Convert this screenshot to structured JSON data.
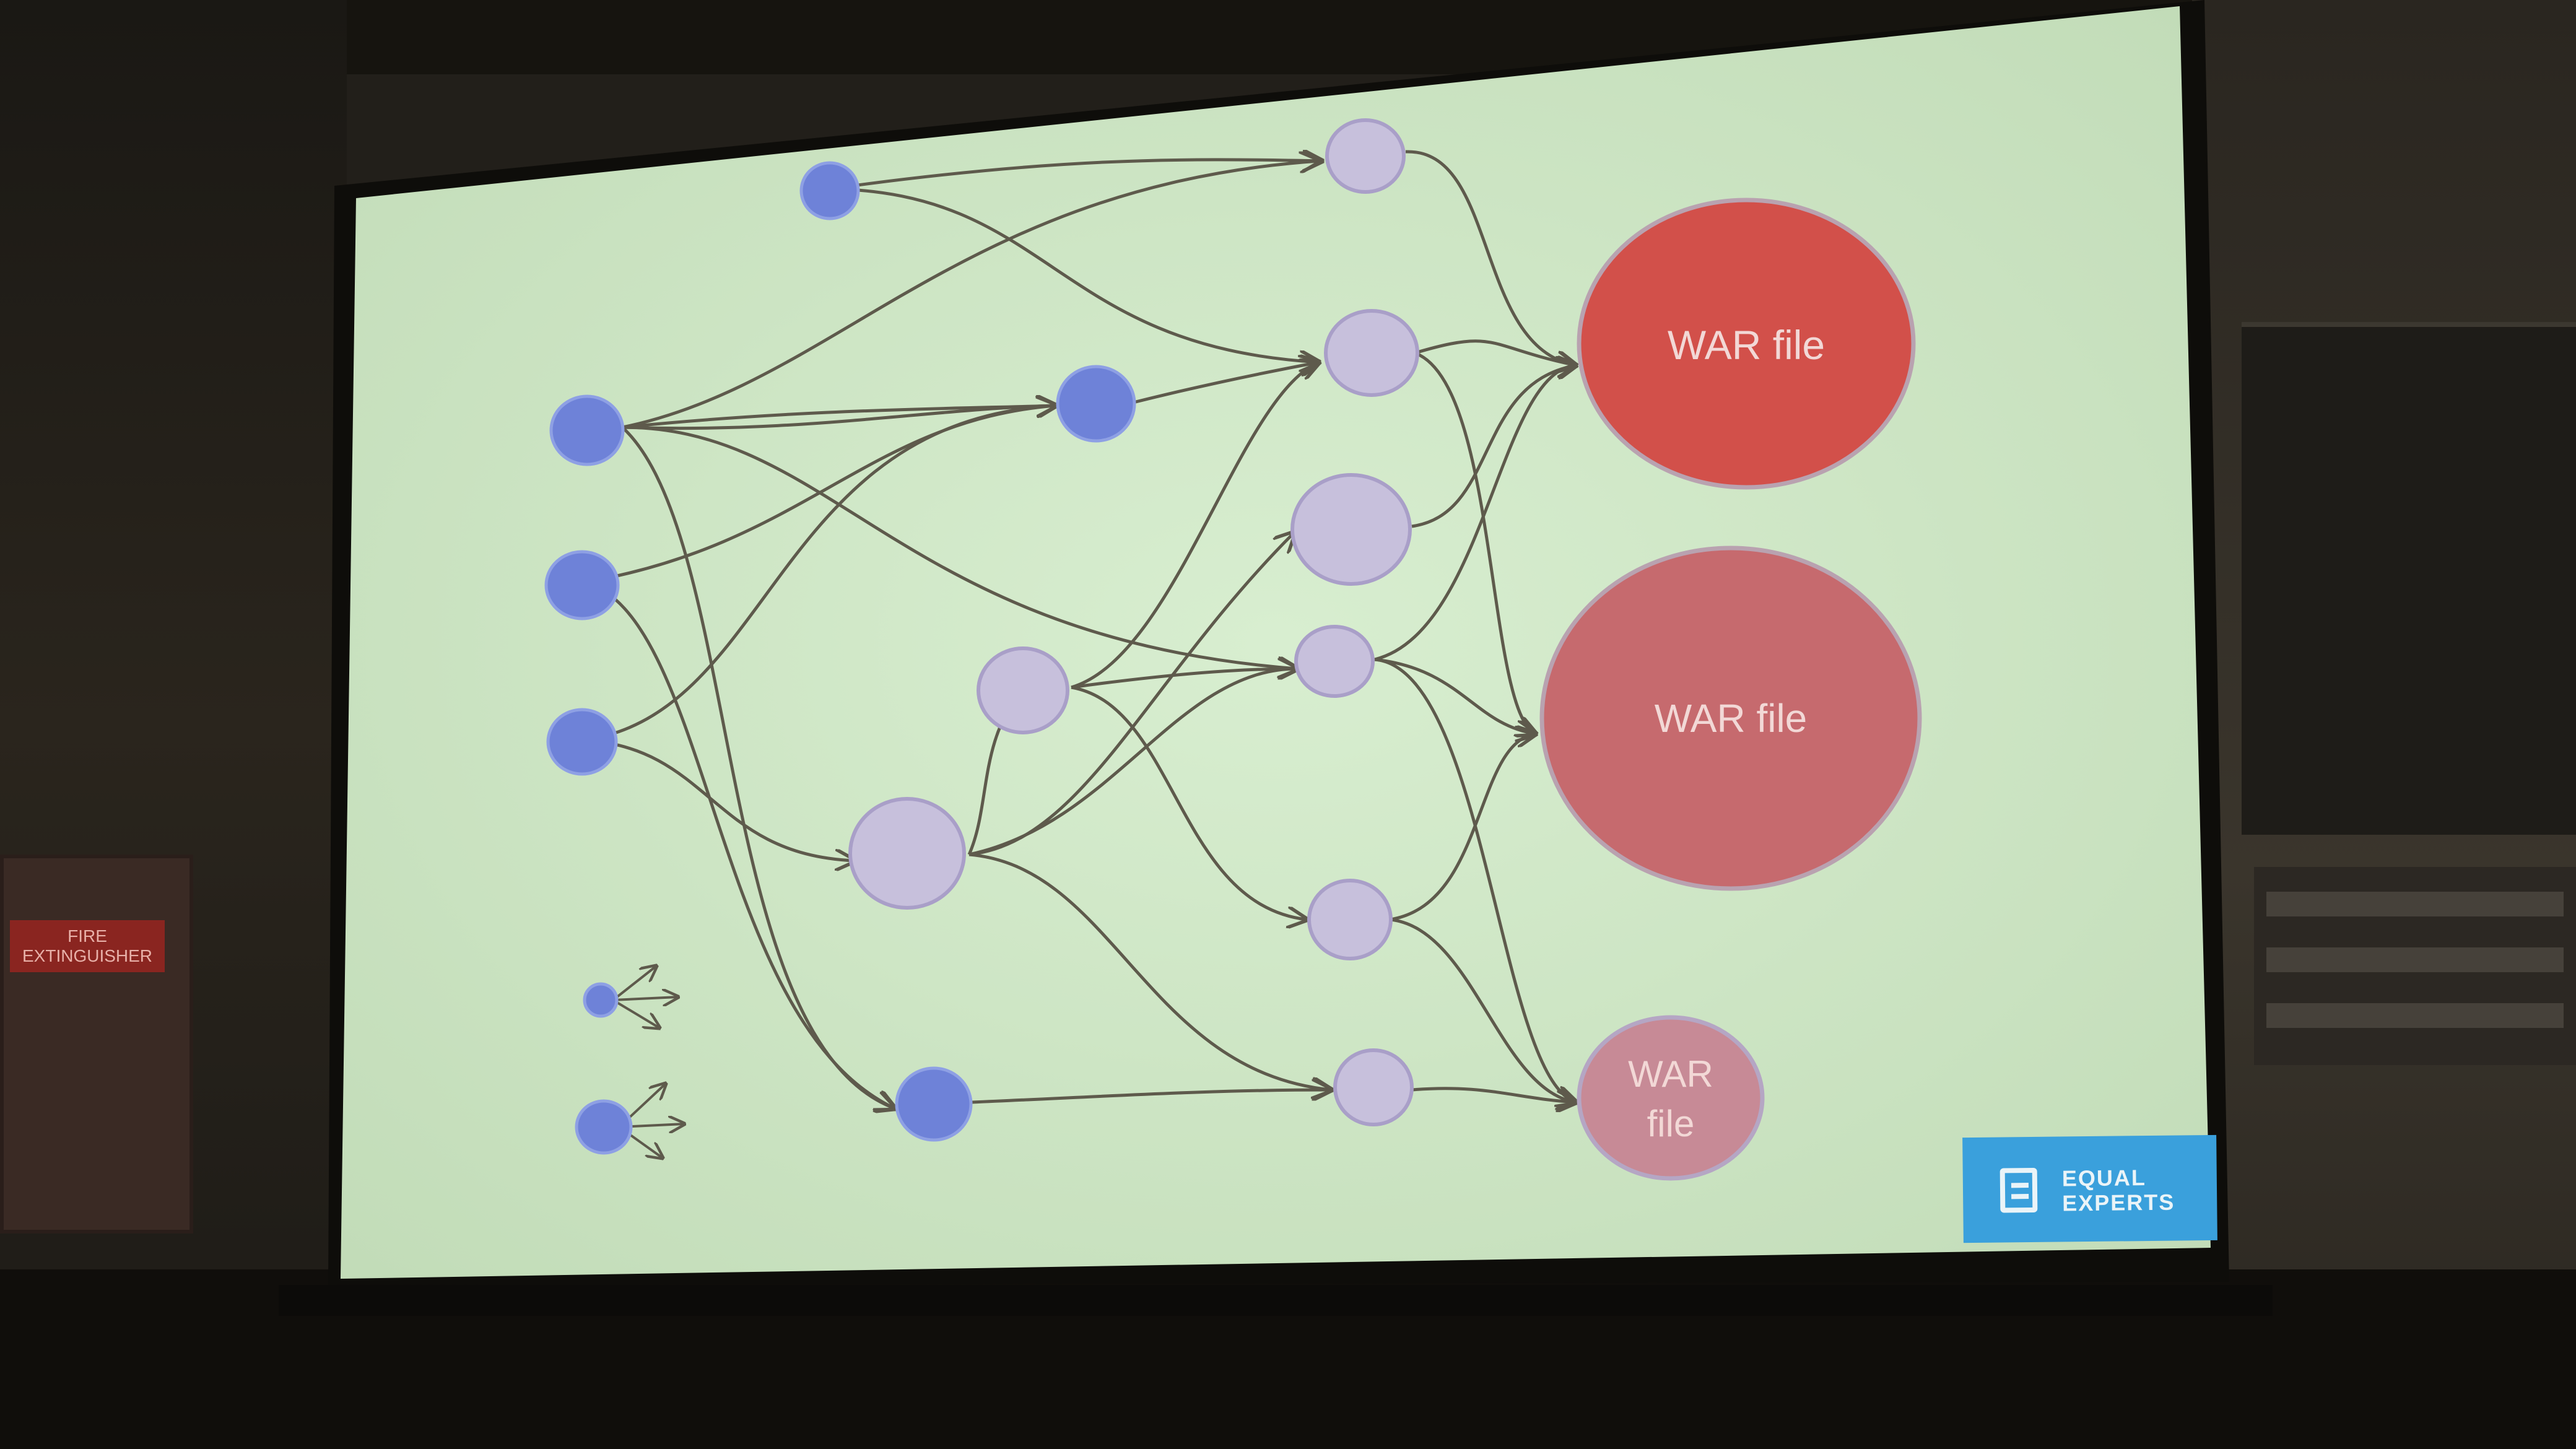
{
  "scene": {
    "fire_sign": "FIRE EXTINGUISHER"
  },
  "slide": {
    "war_label": "WAR file",
    "war_small_line1": "WAR",
    "war_small_line2": "file",
    "logo_line1": "EQUAL",
    "logo_line2": "EXPERTS"
  },
  "colors": {
    "slide_bg": "#cde8c4",
    "source_node": "#6e82d8",
    "intermediate_node": "#c7c0dc",
    "war_large": "#d2504a",
    "war_medium": "#c66a6e",
    "war_small": "#c78a96",
    "edge": "#5e5a4c",
    "logo": "#3aa0dc"
  }
}
